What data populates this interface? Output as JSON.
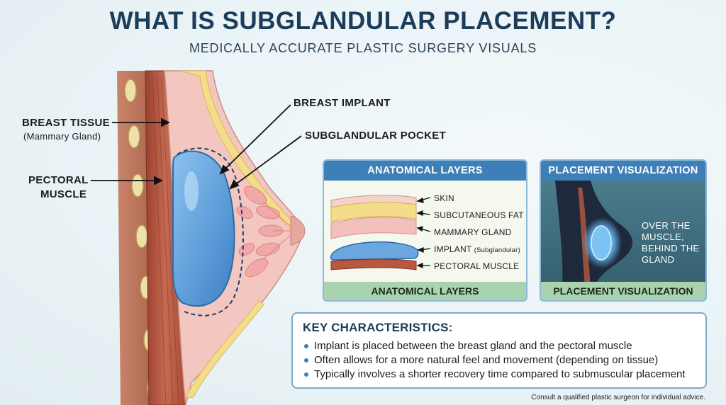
{
  "title": "WHAT IS SUBGLANDULAR PLACEMENT?",
  "subtitle": "MEDICALLY ACCURATE PLASTIC SURGERY VISUALS",
  "labels": {
    "breast_tissue": "BREAST TISSUE",
    "breast_tissue_sub": "(Mammary Gland)",
    "pectoral_muscle_line1": "PECTORAL",
    "pectoral_muscle_line2": "MUSCLE",
    "breast_implant": "BREAST IMPLANT",
    "subglandular_pocket": "SUBGLANDULAR POCKET"
  },
  "layers_panel": {
    "header": "ANATOMICAL LAYERS",
    "footer": "ANATOMICAL LAYERS",
    "layers": [
      {
        "label": "SKIN"
      },
      {
        "label": "SUBCUTANEOUS FAT"
      },
      {
        "label": "MAMMARY GLAND"
      },
      {
        "label": "IMPLANT",
        "note": "(Subglandular)"
      },
      {
        "label": "PECTORAL MUSCLE"
      }
    ]
  },
  "viz_panel": {
    "header": "PLACEMENT VISUALIZATION",
    "footer": "PLACEMENT VISUALIZATION",
    "text_line1": "OVER THE",
    "text_line2": "MUSCLE,",
    "text_line3": "BEHIND THE",
    "text_line4": "GLAND"
  },
  "key": {
    "title": "KEY CHARACTERISTICS:",
    "items": [
      "Implant is placed between the breast gland and the pectoral muscle",
      "Often allows for a more natural feel and movement (depending on tissue)",
      "Typically involves a shorter recovery time compared to submuscular placement"
    ]
  },
  "disclaimer": "Consult a qualified plastic surgeon for individual advice.",
  "colors": {
    "title": "#1c3d5a",
    "panel_header": "#3f7fb8",
    "panel_footer": "#a9d2ae",
    "implant": "#6aa7de",
    "muscle": "#b5523f",
    "tissue": "#f3c7c0",
    "fat": "#f3dc8a"
  }
}
